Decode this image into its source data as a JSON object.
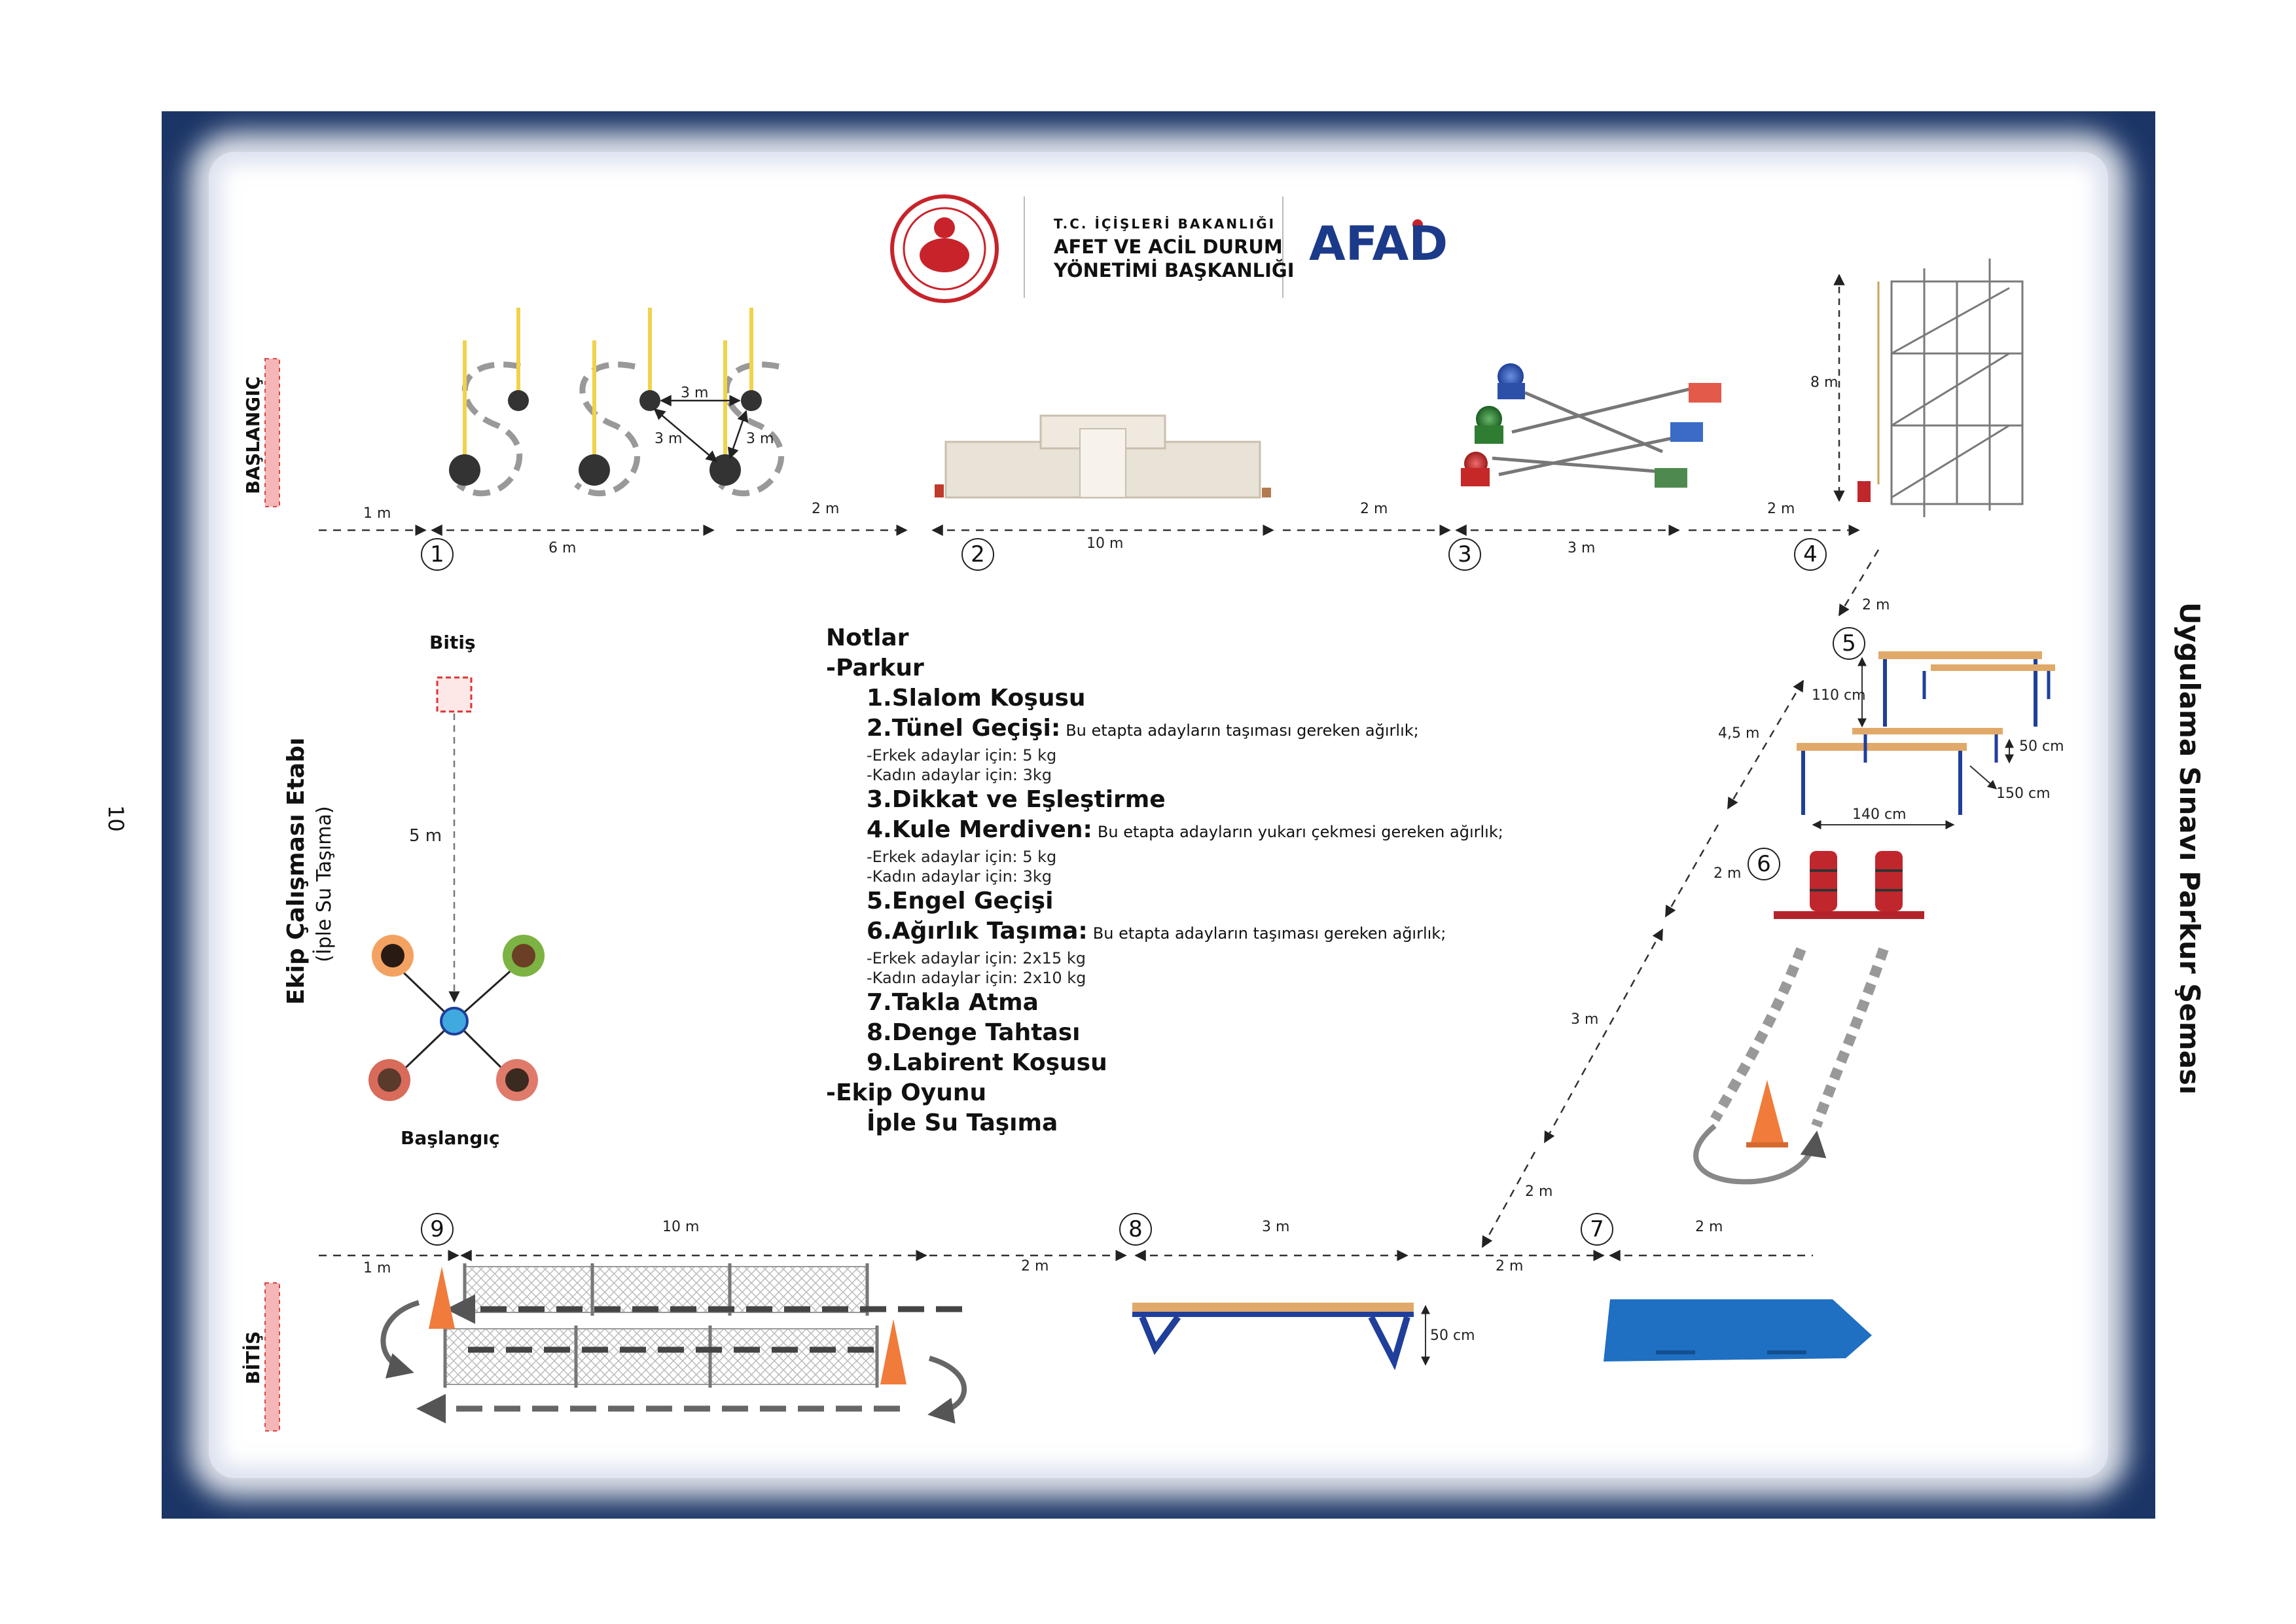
{
  "page_number": "10",
  "side_title": "Uygulama Sınavı Parkur Şeması",
  "header": {
    "ministry_line1": "T.C. İÇİŞLERİ BAKANLIĞI",
    "ministry_line2": "AFET VE ACİL DURUM",
    "ministry_line3": "YÖNETİMİ BAŞKANLIĞI",
    "logo_text": "AFAD"
  },
  "start_label": "BAŞLANGIÇ",
  "finish_label": "BİTİŞ",
  "team_section": {
    "title": "Ekip Çalışması Etabı",
    "subtitle": "(İple Su Taşıma)",
    "finish": "Bitiş",
    "start": "Başlangıç",
    "distance": "5 m"
  },
  "stations": [
    "1",
    "2",
    "3",
    "4",
    "5",
    "6",
    "7",
    "8",
    "9"
  ],
  "dimensions": {
    "d1m_top": "1 m",
    "d6m": "6 m",
    "d2m_a": "2 m",
    "d10m_top": "10 m",
    "d2m_b": "2 m",
    "d3m_top": "3 m",
    "d2m_c": "2 m",
    "d8m": "8 m",
    "slalom_3m_a": "3 m",
    "slalom_3m_b": "3 m",
    "slalom_3m_c": "3 m",
    "d2m_diag1": "2 m",
    "d45m": "4,5 m",
    "d2m_diag2": "2 m",
    "d3m_diag": "3 m",
    "d2m_diag3": "2 m",
    "d110cm": "110 cm",
    "d50cm_h": "50 cm",
    "d150cm": "150 cm",
    "d140cm": "140 cm",
    "d10m_bot": "10 m",
    "d1m_bot": "1 m",
    "d2m_bot_a": "2 m",
    "d3m_bot": "3 m",
    "d2m_bot_b": "2 m",
    "d2m_bot_c": "2 m",
    "d50cm_beam": "50 cm"
  },
  "notes": {
    "title": "Notlar",
    "parkur": "-Parkur",
    "items": [
      {
        "label": "1.Slalom Koşusu",
        "note": "",
        "subs": []
      },
      {
        "label": "2.Tünel Geçişi:",
        "note": "Bu etapta adayların taşıması gereken ağırlık;",
        "subs": [
          "-Erkek adaylar için: 5 kg",
          "-Kadın adaylar için: 3kg"
        ]
      },
      {
        "label": "3.Dikkat ve Eşleştirme",
        "note": "",
        "subs": []
      },
      {
        "label": "4.Kule Merdiven:",
        "note": "Bu etapta adayların yukarı çekmesi gereken ağırlık;",
        "subs": [
          "-Erkek adaylar için: 5 kg",
          "-Kadın adaylar için: 3kg"
        ]
      },
      {
        "label": "5.Engel Geçişi",
        "note": "",
        "subs": []
      },
      {
        "label": "6.Ağırlık Taşıma:",
        "note": "Bu etapta adayların taşıması gereken ağırlık;",
        "subs": [
          "-Erkek adaylar için: 2x15 kg",
          "-Kadın adaylar için: 2x10 kg"
        ]
      },
      {
        "label": "7.Takla Atma",
        "note": "",
        "subs": []
      },
      {
        "label": "8.Denge Tahtası",
        "note": "",
        "subs": []
      },
      {
        "label": "9.Labirent Koşusu",
        "note": "",
        "subs": []
      }
    ],
    "team_game": "-Ekip Oyunu",
    "team_game_item": "İple Su Taşıma"
  },
  "colors": {
    "frame": "#1b3566",
    "start_bar": "#f4b6b6",
    "ball_blue": "#1f4fa8",
    "ball_green": "#2e7d32",
    "ball_red": "#c62828",
    "mat_blue": "#1f6fc2",
    "cone": "#f07b3a",
    "bag_red": "#c0272d",
    "beam_blue": "#1f3f9a"
  }
}
